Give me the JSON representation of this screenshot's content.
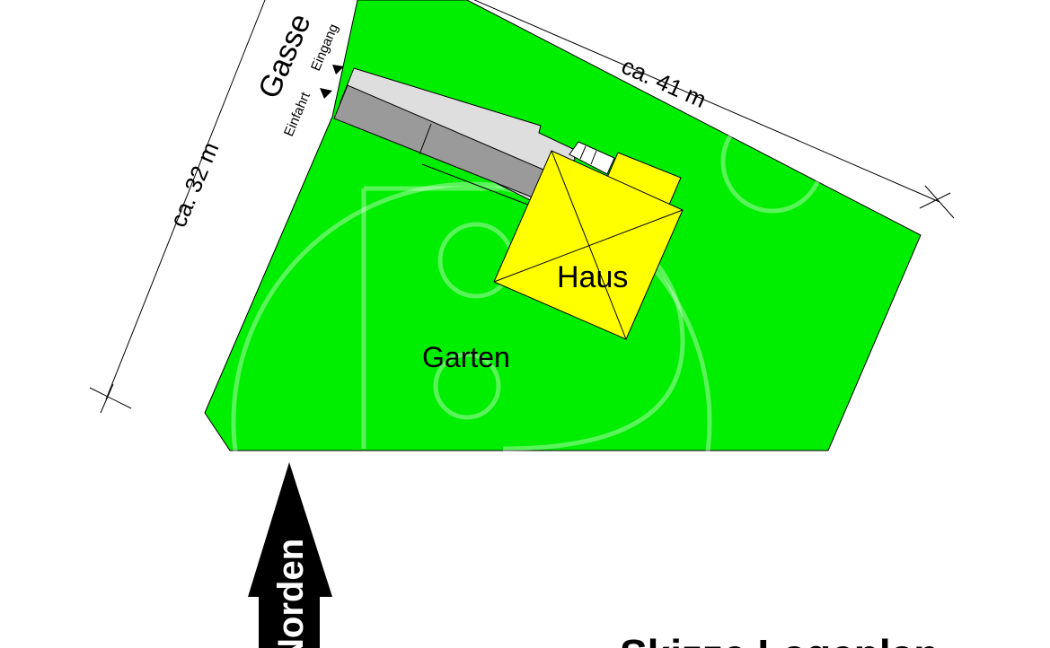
{
  "plan": {
    "street_label": "Gasse",
    "driveway_label": "Einfahrt",
    "entrance_label": "Eingang",
    "width_dimension": "ca. 41 m",
    "depth_dimension": "ca. 32 m",
    "house_label": "Haus",
    "garden_label": "Garten",
    "north_label": "Norden",
    "title": "Skizze Lageplan"
  },
  "colors": {
    "garden": "#00ee00",
    "house": "#ffff00",
    "paved_path": "#dedede",
    "garage": "#9a9a9a",
    "north_arrow": "#000000",
    "outline": "#000000"
  }
}
